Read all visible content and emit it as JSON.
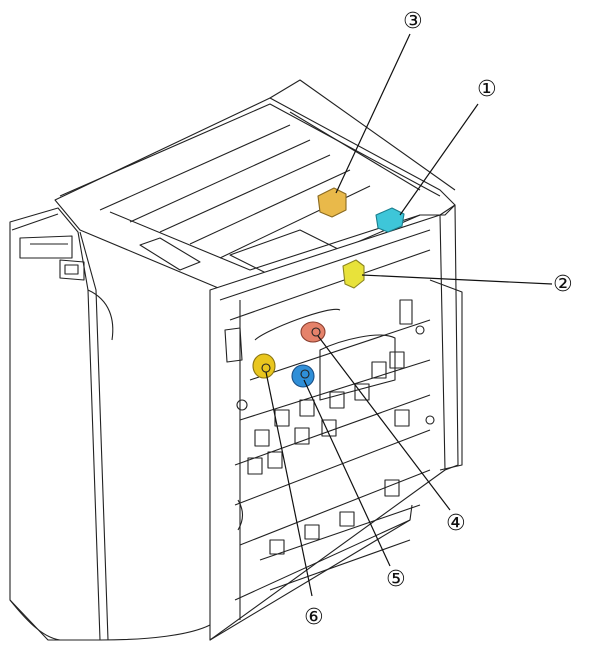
{
  "callouts": [
    {
      "id": "1",
      "label": "①",
      "part_color": "#3ec6d9"
    },
    {
      "id": "2",
      "label": "②",
      "part_color": "#e8e23a"
    },
    {
      "id": "3",
      "label": "③",
      "part_color": "#e9b94a"
    },
    {
      "id": "4",
      "label": "④",
      "part_color": "#e5826a"
    },
    {
      "id": "5",
      "label": "⑤",
      "part_color": "#2f8fd8"
    },
    {
      "id": "6",
      "label": "⑥",
      "part_color": "#e9c61e"
    }
  ]
}
